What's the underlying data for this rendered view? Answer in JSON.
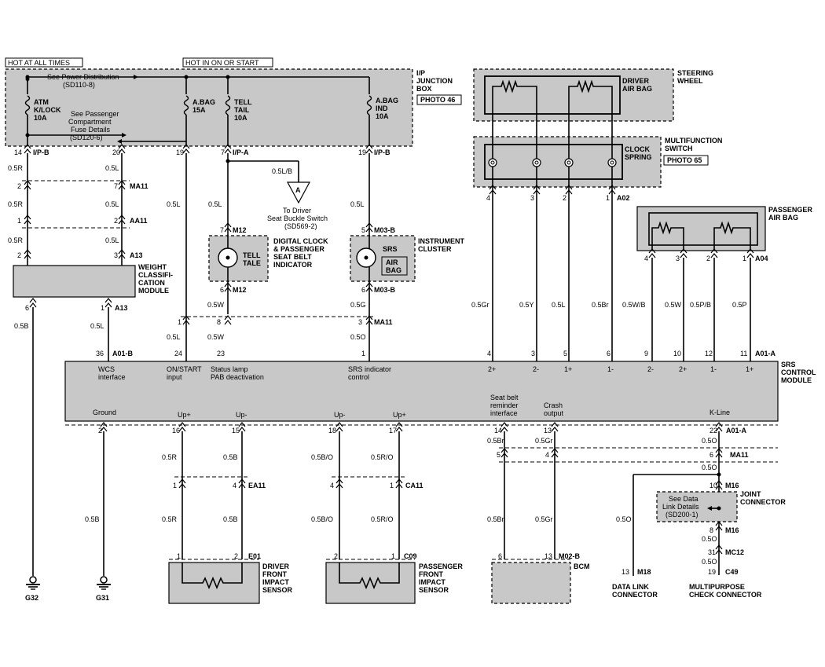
{
  "labels": {
    "hot_at_all_times": "HOT AT ALL TIMES",
    "hot_in_on_or_start": "HOT IN ON OR START",
    "see_power_distribution": "See Power Distribution",
    "sd110_8": "(SD110-8)",
    "see_passenger": "See Passenger",
    "compartment": "Compartment",
    "fuse_details": "Fuse Details",
    "sd120_6": "(SD120-6)",
    "atm": "ATM",
    "klock": "K/LOCK",
    "f10a_1": "10A",
    "abag": "A.BAG",
    "f15a": "15A",
    "tell": "TELL",
    "tail": "TAIL",
    "f10a_2": "10A",
    "abag2": "A.BAG",
    "ind": "IND",
    "f10a_3": "10A",
    "ip": "I/P",
    "junction": "JUNCTION",
    "box": "BOX",
    "photo46": "PHOTO 46",
    "steering": "STEERING",
    "wheel": "WHEEL",
    "driver": "DRIVER",
    "airbag1": "AIR BAG",
    "multifunction": "MULTIFUNCTION",
    "switch": "SWITCH",
    "clock": "CLOCK",
    "spring": "SPRING",
    "photo65": "PHOTO 65",
    "passenger": "PASSENGER",
    "airbag2": "AIR BAG",
    "ipb1": "I/P-B",
    "ipb2": "I/P-B",
    "ipa": "I/P-A",
    "ma11_1": "MA11",
    "aa11": "AA11",
    "a13_1": "A13",
    "a13_2": "A13",
    "weight": "WEIGHT",
    "classifi": "CLASSIFI-",
    "cation": "CATION",
    "module": "MODULE",
    "to_driver": "To Driver",
    "seat_buckle": "Seat Buckle Switch",
    "sd569": "(SD569-2)",
    "tri_a": "A",
    "m12_1": "M12",
    "m12_2": "M12",
    "digital1": "DIGITAL CLOCK",
    "digital2": "& PASSENGER",
    "digital3": "SEAT BELT",
    "digital4": "INDICATOR",
    "tell_tale1": "TELL",
    "tell_tale2": "TALE",
    "m03b_1": "M03-B",
    "m03b_2": "M03-B",
    "instrument": "INSTRUMENT",
    "cluster": "CLUSTER",
    "srs": "SRS",
    "air": "AIR",
    "bag": "BAG",
    "a02": "A02",
    "a04": "A04",
    "ma11_2": "MA11",
    "a01b": "A01-B",
    "a01a_1": "A01-A",
    "a01a_2": "A01-A",
    "srs_control": "SRS",
    "control": "CONTROL",
    "srs_module": "MODULE",
    "wcs": "WCS",
    "interface": "interface",
    "onstart": "ON/START",
    "input": "input",
    "status_lamp": "Status lamp",
    "pab_deact": "PAB deactivation",
    "srs_ind": "SRS indicator",
    "control_small": "control",
    "p2plus_a": "2+",
    "p2minus_a": "2-",
    "p1plus_a": "1+",
    "p1minus_a": "1-",
    "p2minus_b": "2-",
    "p2plus_b": "2+",
    "p1minus_b": "1-",
    "p1plus_b": "1+",
    "ground": "Ground",
    "upplus1": "Up+",
    "upminus1": "Up-",
    "upminus2": "Up-",
    "upplus2": "Up+",
    "seatbelt1": "Seat belt",
    "seatbelt2": "reminder",
    "seatbelt3": "interface",
    "crash1": "Crash",
    "crash2": "output",
    "kline": "K-Line",
    "ma11_3": "MA11",
    "m16_1": "M16",
    "m16_2": "M16",
    "joint": "JOINT",
    "connector1": "CONNECTOR",
    "see_data": "See Data",
    "link_details": "Link Details",
    "sd200": "(SD200-1)",
    "mc12": "MC12",
    "c49": "C49",
    "m18": "M18",
    "data_link": "DATA LINK",
    "connector2": "CONNECTOR",
    "multipurpose": "MULTIPURPOSE",
    "check_connector": "CHECK CONNECTOR",
    "ea11": "EA11",
    "ca11": "CA11",
    "e01": "E01",
    "c09": "C09",
    "m02b": "M02-B",
    "dff1": "DRIVER",
    "dff2": "FRONT",
    "dff3": "IMPACT",
    "dff4": "SENSOR",
    "pff1": "PASSENGER",
    "pff2": "FRONT",
    "pff3": "IMPACT",
    "pff4": "SENSOR",
    "bcm": "BCM",
    "g32": "G32",
    "g31": "G31"
  },
  "pins": {
    "p14": "14",
    "p20": "20",
    "p19a": "19",
    "p7": "7",
    "p19b": "19",
    "p2a": "2",
    "p7b": "7",
    "p1a": "1",
    "p2b": "2",
    "p2c": "2",
    "p3a": "3",
    "p6a": "6",
    "p1b": "1",
    "p7c": "7",
    "p6b": "6",
    "p5a": "5",
    "p6c": "6",
    "p1c": "1",
    "p8a": "8",
    "p3b": "3",
    "p36": "36",
    "p24": "24",
    "p23": "23",
    "p1d": "1",
    "p4a": "4",
    "p3c": "3",
    "p2d": "2",
    "p1e": "1",
    "p4b": "4",
    "p3d": "3",
    "p5b": "5",
    "p6d": "6",
    "p4c": "4",
    "p3e": "3",
    "p2e": "2",
    "p1f": "1",
    "p9": "9",
    "p10": "10",
    "p12": "12",
    "p11": "11",
    "p2f": "2",
    "p16": "16",
    "p15": "15",
    "p18": "18",
    "p17": "17",
    "p14b": "14",
    "p13": "13",
    "p22": "22",
    "p1g": "1",
    "p4d": "4",
    "p4e": "4",
    "p1h": "1",
    "p5c": "5",
    "p4f": "4",
    "p6e": "6",
    "p1i": "1",
    "p2g": "2",
    "p2h": "2",
    "p1j": "1",
    "p6f": "6",
    "p13b": "13",
    "p10b": "10",
    "p8b": "8",
    "p31": "31",
    "p19c": "19",
    "p13c": "13"
  },
  "wires": {
    "w05r_1": "0.5R",
    "w05l_1": "0.5L",
    "w05r_2": "0.5R",
    "w05l_2": "0.5L",
    "w05r_3": "0.5R",
    "w05l_3": "0.5L",
    "w05lb": "0.5L/B",
    "w05l_4": "0.5L",
    "w05l_5": "0.5L",
    "w05l_6": "0.5L",
    "w05b_1": "0.5B",
    "w05l_7": "0.5L",
    "w05w_1": "0.5W",
    "w05g": "0.5G",
    "w05l_8": "0.5L",
    "w05w_2": "0.5W",
    "w05o_1": "0.5O",
    "w05gr": "0.5Gr",
    "w05y": "0.5Y",
    "w05l_9": "0.5L",
    "w05br": "0.5Br",
    "w05wb": "0.5W/B",
    "w05w_3": "0.5W",
    "w05pb": "0.5P/B",
    "w05p": "0.5P",
    "w05r_4": "0.5R",
    "w05b_2": "0.5B",
    "w05bo_1": "0.5B/O",
    "w05ro_1": "0.5R/O",
    "w05br_2": "0.5Br",
    "w05gr_2": "0.5Gr",
    "w05o_2": "0.5O",
    "w05b_3": "0.5B",
    "w05r_5": "0.5R",
    "w05b_4": "0.5B",
    "w05bo_2": "0.5B/O",
    "w05ro_2": "0.5R/O",
    "w05br_3": "0.5Br",
    "w05gr_3": "0.5Gr",
    "w05o_3": "0.5O",
    "w05o_4": "0.5O",
    "w05o_5": "0.5O",
    "w05o_6": "0.5O",
    "w05o_7": "0.5O"
  }
}
